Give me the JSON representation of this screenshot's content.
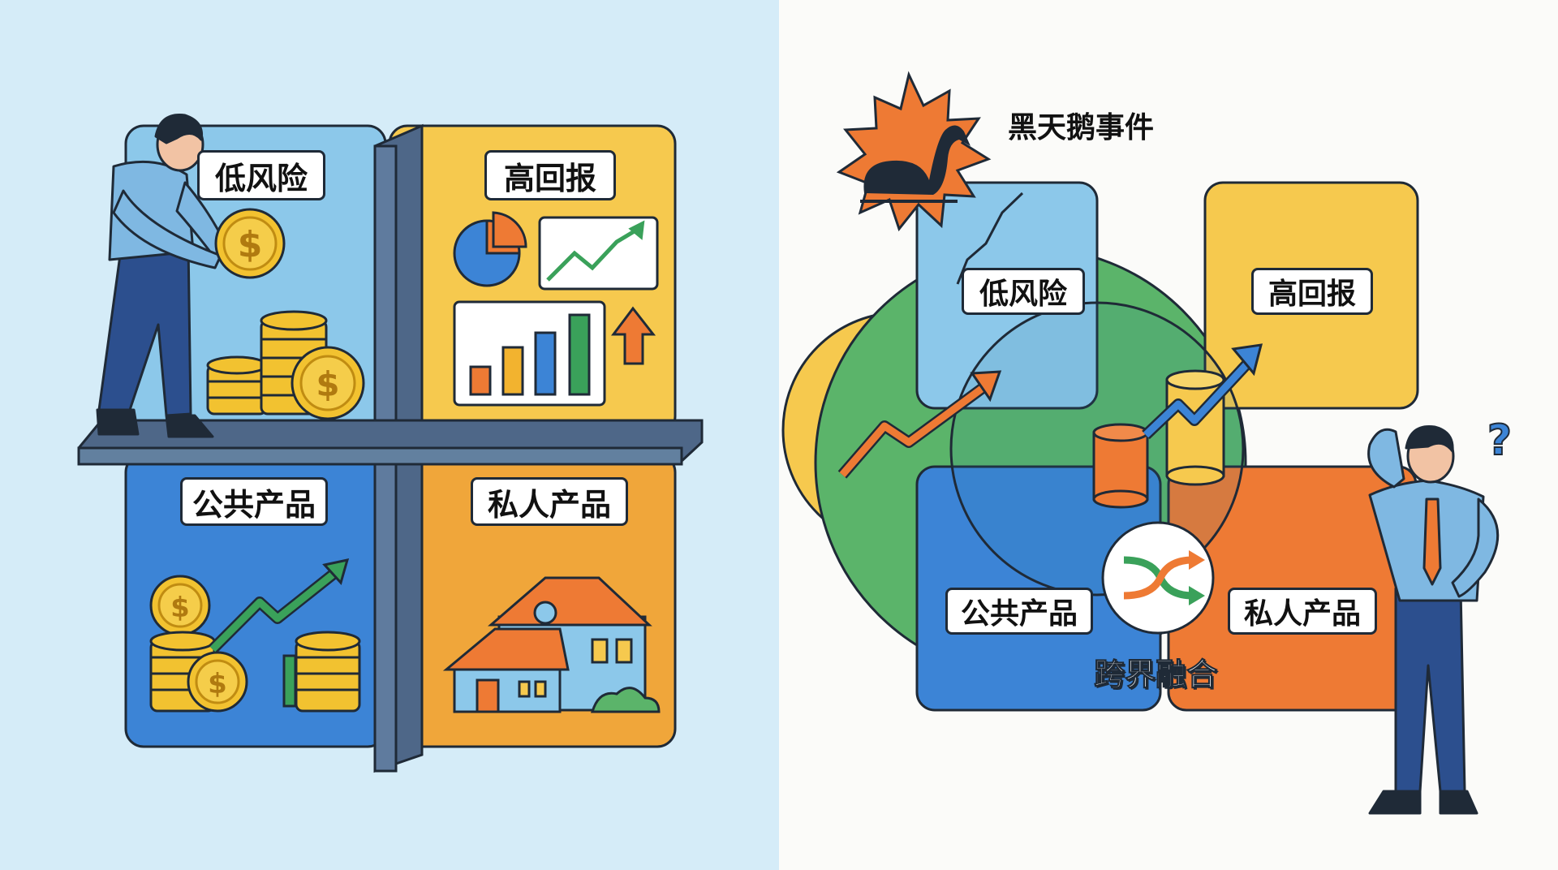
{
  "left": {
    "labels": {
      "low_risk": "低风险",
      "high_return": "高回报",
      "public_goods": "公共产品",
      "private_goods": "私人产品"
    },
    "coin_symbol": "$"
  },
  "right": {
    "labels": {
      "black_swan": "黑天鹅事件",
      "low_risk": "低风险",
      "high_return": "高回报",
      "public_goods": "公共产品",
      "private_goods": "私人产品",
      "cross_fusion": "跨界融合"
    },
    "question_mark": "?"
  },
  "icons": [
    "person-icon",
    "coin-icon",
    "coin-stack-icon",
    "pie-chart-icon",
    "trend-chart-icon",
    "bar-chart-icon",
    "up-arrow-icon",
    "house-icon",
    "black-swan-icon",
    "burst-icon",
    "shuffle-icon",
    "cylinder-icon",
    "confused-person-icon"
  ],
  "colors": {
    "sky_blue": "#8cc8ea",
    "yellow": "#f6c94e",
    "blue": "#3c84d6",
    "orange": "#f0a63a",
    "green": "#5bb46a",
    "deep_orange": "#ee7a34",
    "outline": "#1f2a37",
    "coin": "#f2c230",
    "navy": "#254a8c"
  }
}
